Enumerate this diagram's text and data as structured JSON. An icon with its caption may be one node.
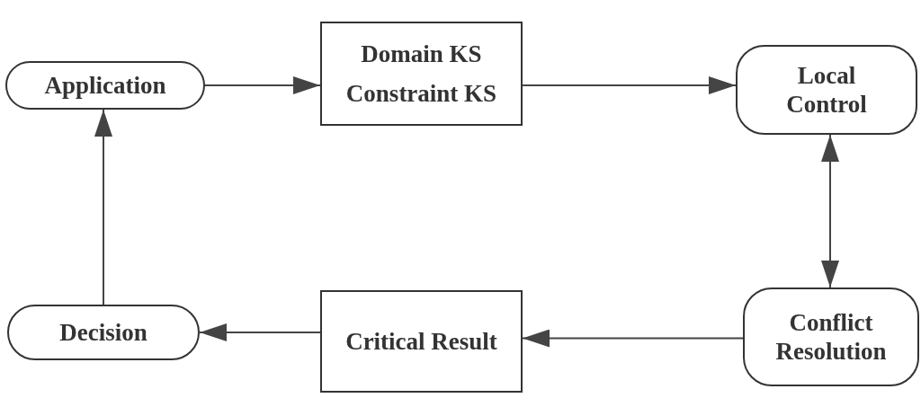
{
  "diagram": {
    "nodes": [
      {
        "text": [
          "Application"
        ]
      },
      {
        "text": [
          "Domain KS",
          "Constraint KS"
        ]
      },
      {
        "text": [
          "Local Control"
        ]
      },
      {
        "text": [
          "Decision"
        ]
      },
      {
        "text": [
          "Critical Result"
        ]
      },
      {
        "text": [
          "Conflict Resolution"
        ]
      }
    ],
    "edges": [
      {
        "from": 0,
        "to": 1,
        "arrow": "to"
      },
      {
        "from": 1,
        "to": 2,
        "arrow": "to"
      },
      {
        "from": 2,
        "to": 5,
        "arrow": "both"
      },
      {
        "from": 5,
        "to": 4,
        "arrow": "to"
      },
      {
        "from": 4,
        "to": 3,
        "arrow": "to"
      },
      {
        "from": 3,
        "to": 0,
        "arrow": "to"
      }
    ]
  }
}
